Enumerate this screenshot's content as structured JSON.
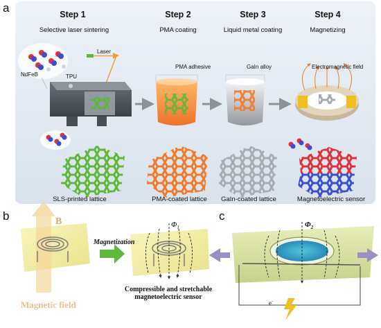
{
  "panel_a": {
    "letter": "a",
    "steps": [
      {
        "title": "Step 1",
        "subtitle": "Selective laser sintering",
        "caption": "SLS-printed lattice"
      },
      {
        "title": "Step 2",
        "subtitle": "PMA coating",
        "caption": "PMA-coated lattice"
      },
      {
        "title": "Step 3",
        "subtitle": "Liquid metal coating",
        "caption": "GaIn-coated lattice"
      },
      {
        "title": "Step 4",
        "subtitle": "Magnetizing",
        "caption": "Magnetoelectric sensor"
      }
    ],
    "labels": {
      "laser": "Laser",
      "ndfeb": "NdFeB",
      "tpu": "TPU",
      "pma_adhesive": "PMA adhesive",
      "gain_alloy": "GaIn alloy",
      "em_field": "Electromagnetic field"
    }
  },
  "panel_b": {
    "letter": "b",
    "field_symbol": "B",
    "field_label": "Magnetic field",
    "process_label": "Magnetization",
    "flux_label": "Φ",
    "flux_sub": "1",
    "caption_line1": "Compressible and stretchable",
    "caption_line2": "magnetoelectric sensor"
  },
  "panel_c": {
    "letter": "c",
    "flux_label": "Φ",
    "flux_sub": "2",
    "electron_label": "e",
    "electron_sup": "-"
  },
  "colors": {
    "lattice_green": "#5fb83a",
    "lattice_orange": "#f07a2a",
    "lattice_silver": "#b8bcc2",
    "magnet_red": "#e0303a",
    "magnet_blue": "#3a4fd0",
    "film_yellow": "#f2ee9a",
    "arrow_gray": "#8d9299",
    "arrow_purple": "#9c8fc4",
    "arrow_green": "#5fb83a"
  }
}
